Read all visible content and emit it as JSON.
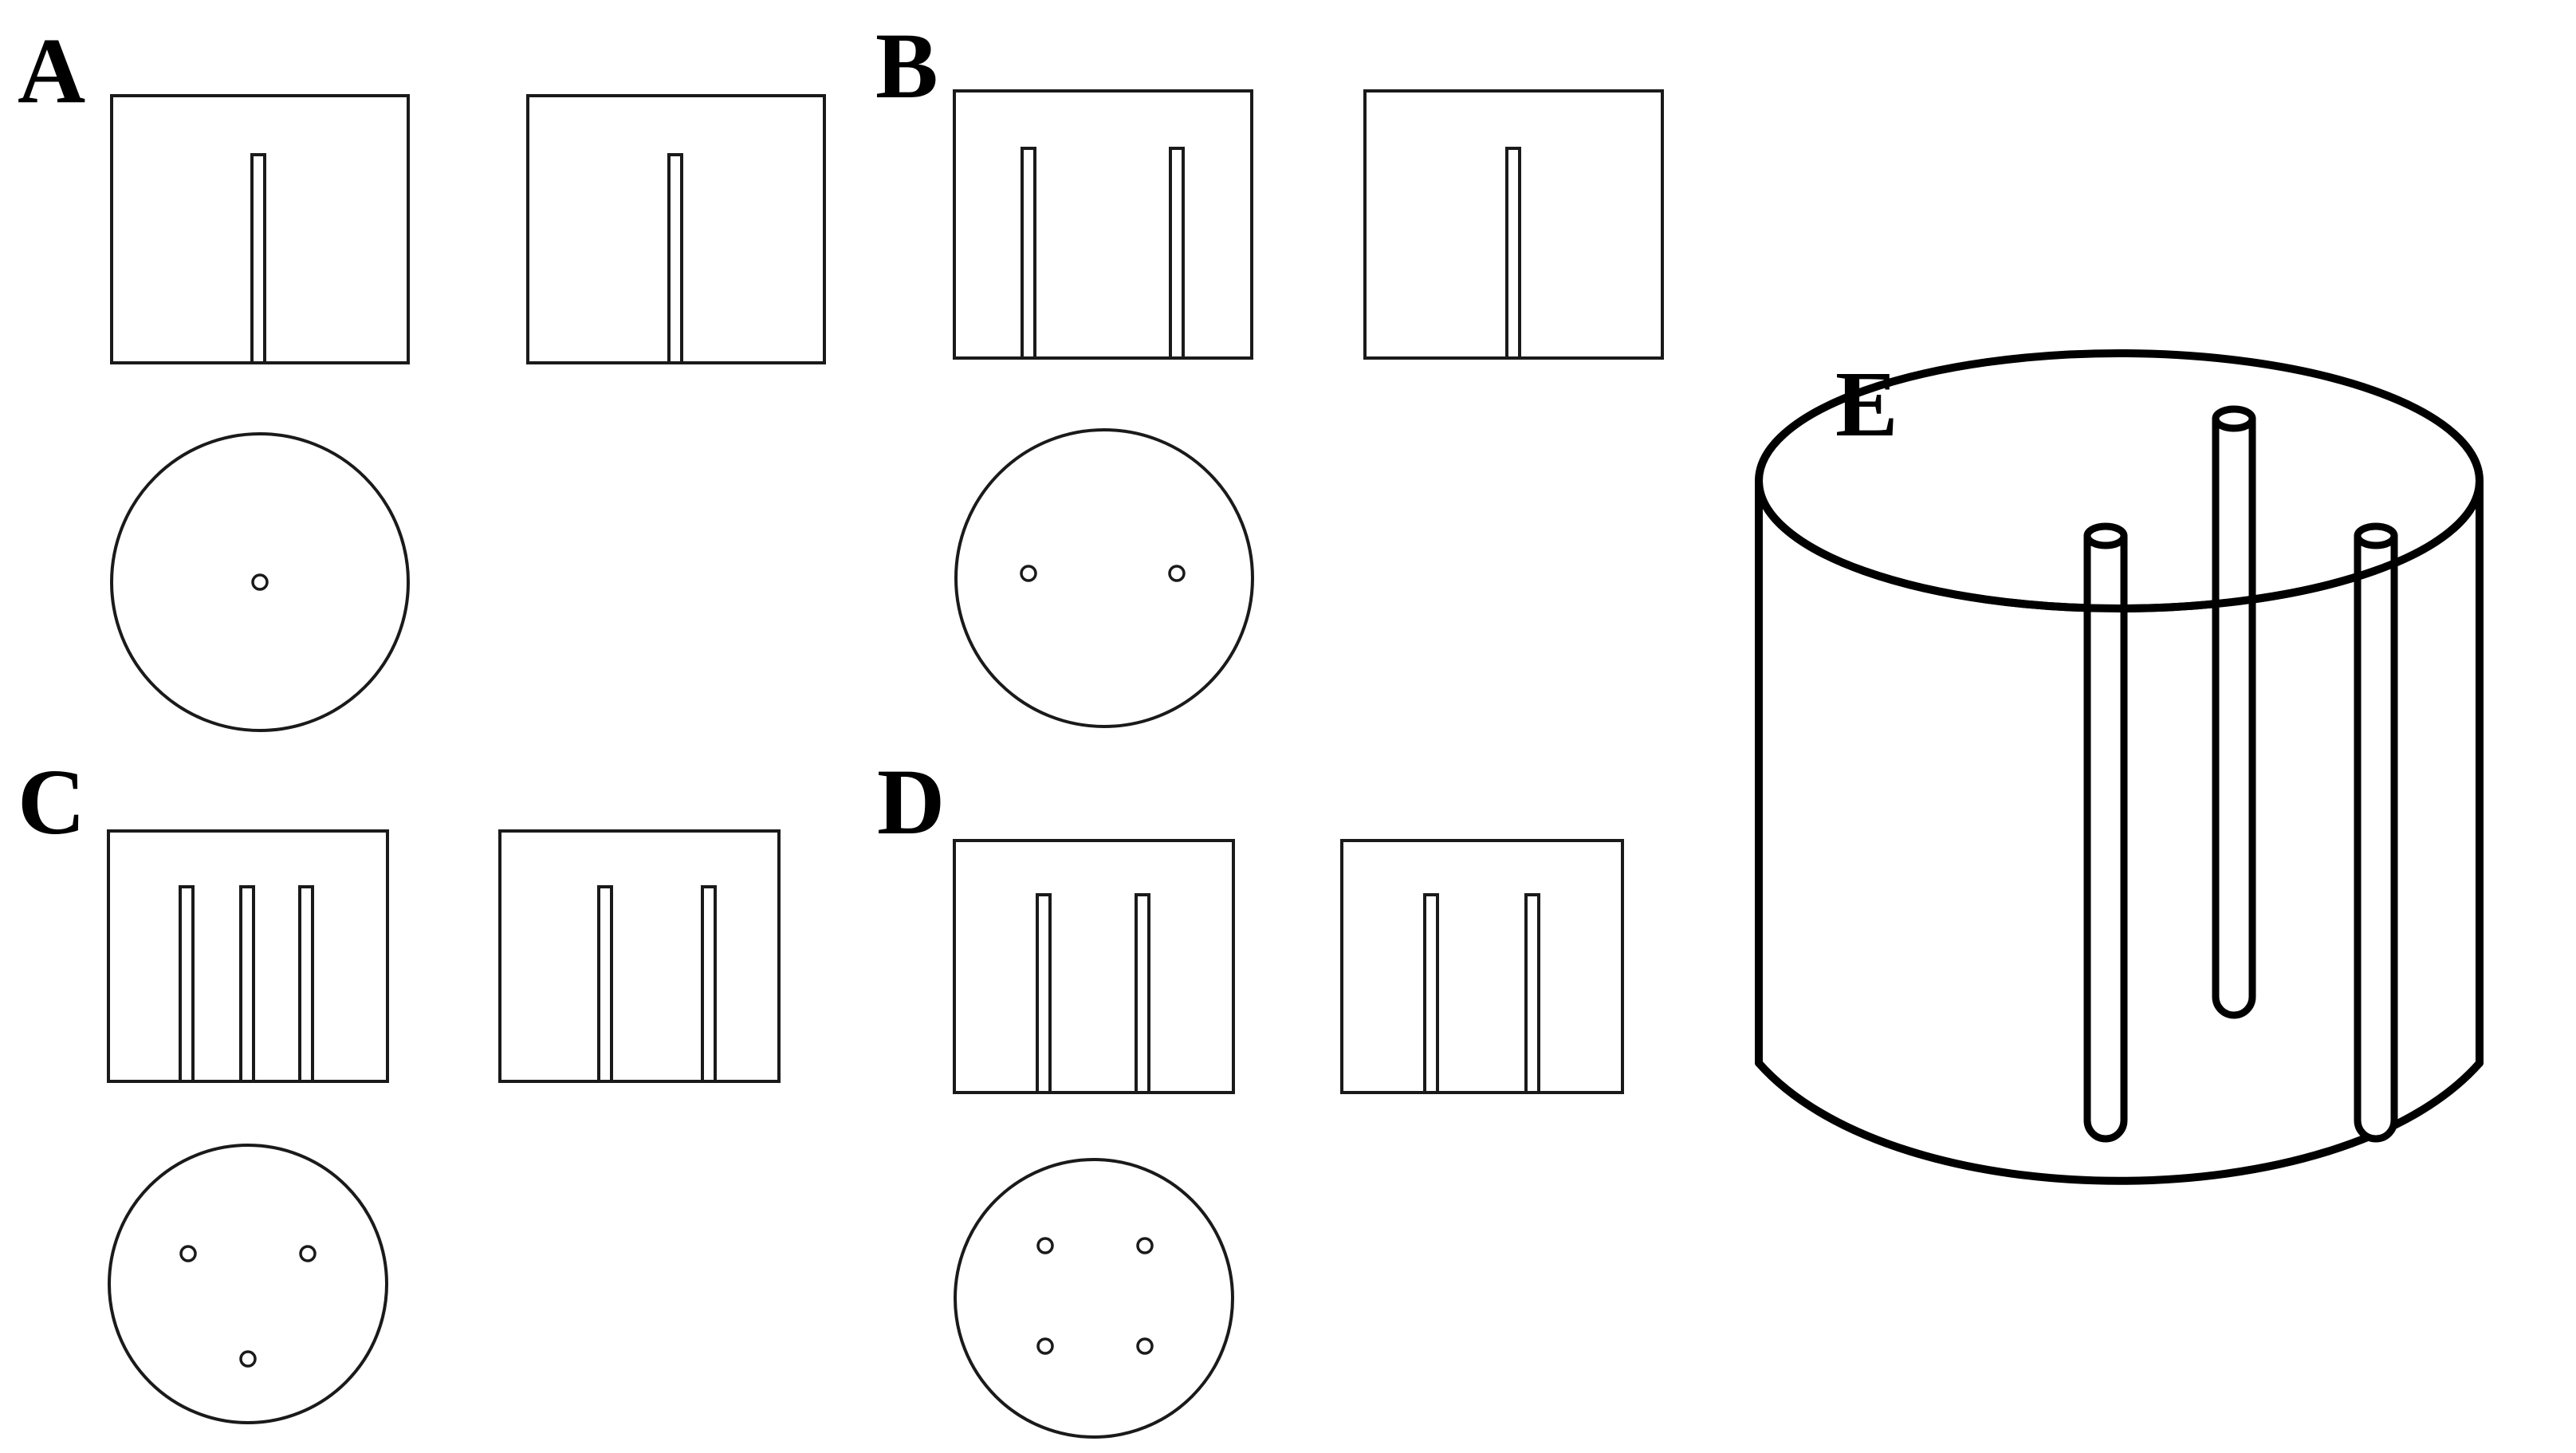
{
  "panels": [
    {
      "label": "A",
      "electrode_count": 1
    },
    {
      "label": "B",
      "electrode_count": 2
    },
    {
      "label": "C",
      "electrode_count": 3
    },
    {
      "label": "D",
      "electrode_count": 4
    },
    {
      "label": "E",
      "electrode_count": 3
    }
  ],
  "colors": {
    "line": "#1a1a1a",
    "background": "#ffffff"
  }
}
